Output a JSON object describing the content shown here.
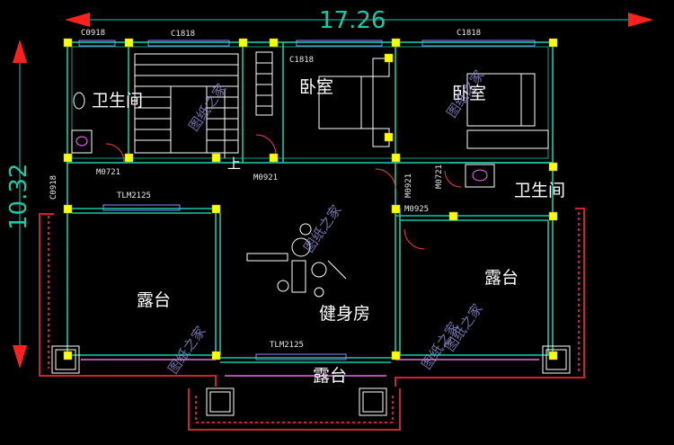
{
  "rooms": {
    "bathroom_left": "卫生间",
    "bedroom_center": "卧室",
    "bedroom_right": "卧室",
    "bathroom_right": "卫生间",
    "terrace_left": "露台",
    "terrace_right": "露台",
    "terrace_bottom": "露台",
    "gym": "健身房"
  },
  "openings": {
    "c0918": "C0918",
    "c1818_a": "C1818",
    "c1818_b": "C1818",
    "c1818_c": "C1818",
    "m0721_left": "M0721",
    "m0921_left": "M0921",
    "m0921_right": "M0921",
    "m0721_right": "M0721",
    "m0925": "M0925",
    "c0918_side": "C0918",
    "tlm2125_top": "TLM2125",
    "tlm2125_bottom": "TLM2125"
  },
  "dimensions": {
    "width": "17.26",
    "height": "10.32"
  },
  "stair_label": "上",
  "watermark": "图纸之家",
  "colors": {
    "background": "#000000",
    "wall": "#19c9a8",
    "column": "#ffff00",
    "arrow": "#ff2020",
    "railing": "#cc2233",
    "window": "#8a8aff"
  }
}
